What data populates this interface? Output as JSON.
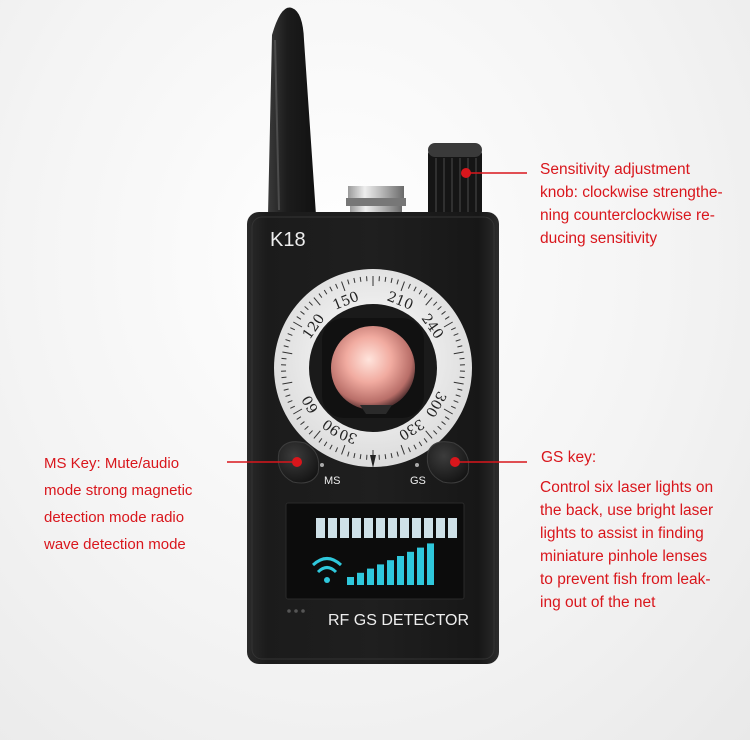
{
  "device": {
    "model": "K18",
    "ms_label": "MS",
    "gs_label": "GS",
    "detector_label": "RF GS DETECTOR",
    "dial_numbers": [
      "60",
      "90",
      "120",
      "150",
      "210",
      "240",
      "300",
      "330",
      "30"
    ],
    "signal_level": 1.0,
    "rf_bar_segments": 12,
    "colors": {
      "body": "#202020",
      "display_bars": "#2fc8dc",
      "display_segments": "#cfe1e8",
      "annotation": "#d9161c"
    }
  },
  "annotations": {
    "sensitivity": [
      "Sensitivity adjustment",
      "knob: clockwise strengthe-",
      "ning counterclockwise re-",
      "ducing sensitivity"
    ],
    "ms_key": [
      "MS Key: Mute/audio",
      "mode strong magnetic",
      "detection mode radio",
      "wave detection mode"
    ],
    "gs_key_title": "GS key:",
    "gs_key": [
      "Control six laser lights on",
      "the back, use bright laser",
      "lights to assist in finding",
      "miniature pinhole lenses",
      "to prevent fish from leak-",
      "ing out of the net"
    ]
  }
}
